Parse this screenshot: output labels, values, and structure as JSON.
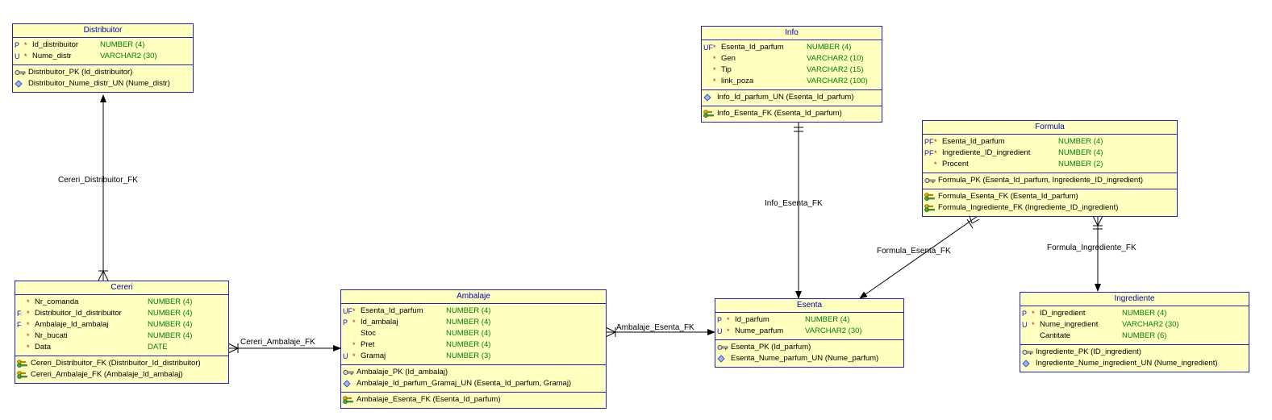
{
  "tables": {
    "distribuitor": {
      "title": "Distribuitor",
      "columns": [
        {
          "key": "P",
          "req": "*",
          "name": "Id_distribuitor",
          "type": "NUMBER (4)"
        },
        {
          "key": "U",
          "req": "*",
          "name": "Nume_distr",
          "type": "VARCHAR2 (30)"
        }
      ],
      "keys": [
        {
          "icon": "primary-key",
          "text": "Distribuitor_PK (Id_distribuitor)"
        },
        {
          "icon": "unique-key",
          "text": "Distribuitor_Nume_distr_UN (Nume_distr)"
        }
      ],
      "fks": []
    },
    "cereri": {
      "title": "Cereri",
      "columns": [
        {
          "key": "",
          "req": "*",
          "name": "Nr_comanda",
          "type": "NUMBER (4)"
        },
        {
          "key": "F",
          "req": "*",
          "name": "Distribuitor_Id_distribuitor",
          "type": "NUMBER (4)"
        },
        {
          "key": "F",
          "req": "*",
          "name": "Ambalaje_Id_ambalaj",
          "type": "NUMBER (4)"
        },
        {
          "key": "",
          "req": "*",
          "name": "Nr_bucati",
          "type": "NUMBER (4)"
        },
        {
          "key": "",
          "req": "*",
          "name": "Data",
          "type": "DATE"
        }
      ],
      "keys": [],
      "fks": [
        {
          "icon": "foreign-key",
          "text": "Cereri_Distribuitor_FK (Distribuitor_Id_distribuitor)"
        },
        {
          "icon": "foreign-key",
          "text": "Cereri_Ambalaje_FK (Ambalaje_Id_ambalaj)"
        }
      ]
    },
    "ambalaje": {
      "title": "Ambalaje",
      "columns": [
        {
          "key": "UF",
          "req": "*",
          "name": "Esenta_Id_parfum",
          "type": "NUMBER (4)"
        },
        {
          "key": "P",
          "req": "*",
          "name": "Id_ambalaj",
          "type": "NUMBER (4)"
        },
        {
          "key": "",
          "req": "",
          "name": "Stoc",
          "type": "NUMBER (4)"
        },
        {
          "key": "",
          "req": "*",
          "name": "Pret",
          "type": "NUMBER (4)"
        },
        {
          "key": "U",
          "req": "*",
          "name": "Gramaj",
          "type": "NUMBER (3)"
        }
      ],
      "keys": [
        {
          "icon": "primary-key",
          "text": "Ambalaje_PK (Id_ambalaj)"
        },
        {
          "icon": "unique-key",
          "text": "Ambalaje_Id_parfum_Gramaj_UN (Esenta_Id_parfum, Gramaj)"
        }
      ],
      "fks": [
        {
          "icon": "foreign-key",
          "text": "Ambalaje_Esenta_FK (Esenta_Id_parfum)"
        }
      ]
    },
    "info": {
      "title": "Info",
      "columns": [
        {
          "key": "UF",
          "req": "*",
          "name": "Esenta_Id_parfum",
          "type": "NUMBER (4)"
        },
        {
          "key": "",
          "req": "*",
          "name": "Gen",
          "type": "VARCHAR2 (10)"
        },
        {
          "key": "",
          "req": "*",
          "name": "Tip",
          "type": "VARCHAR2 (15)"
        },
        {
          "key": "",
          "req": "*",
          "name": "link_poza",
          "type": "VARCHAR2 (100)"
        }
      ],
      "keys": [
        {
          "icon": "unique-key",
          "text": "Info_Id_parfum_UN (Esenta_Id_parfum)"
        }
      ],
      "fks": [
        {
          "icon": "foreign-key",
          "text": "Info_Esenta_FK (Esenta_Id_parfum)"
        }
      ]
    },
    "esenta": {
      "title": "Esenta",
      "columns": [
        {
          "key": "P",
          "req": "*",
          "name": "Id_parfum",
          "type": "NUMBER (4)"
        },
        {
          "key": "U",
          "req": "*",
          "name": "Nume_parfum",
          "type": "VARCHAR2 (30)"
        }
      ],
      "keys": [
        {
          "icon": "primary-key",
          "text": "Esenta_PK (Id_parfum)"
        },
        {
          "icon": "unique-key",
          "text": "Esenta_Nume_parfum_UN (Nume_parfum)"
        }
      ],
      "fks": []
    },
    "formula": {
      "title": "Formula",
      "columns": [
        {
          "key": "PF",
          "req": "*",
          "name": "Esenta_Id_parfum",
          "type": "NUMBER (4)"
        },
        {
          "key": "PF",
          "req": "*",
          "name": "Ingrediente_ID_ingredient",
          "type": "NUMBER (4)"
        },
        {
          "key": "",
          "req": "*",
          "name": "Procent",
          "type": "NUMBER (2)"
        }
      ],
      "keys": [
        {
          "icon": "primary-key",
          "text": "Formula_PK (Esenta_Id_parfum, Ingrediente_ID_ingredient)"
        }
      ],
      "fks": [
        {
          "icon": "foreign-key",
          "text": "Formula_Esenta_FK (Esenta_Id_parfum)"
        },
        {
          "icon": "foreign-key",
          "text": "Formula_Ingrediente_FK (Ingrediente_ID_ingredient)"
        }
      ]
    },
    "ingrediente": {
      "title": "Ingrediente",
      "columns": [
        {
          "key": "P",
          "req": "*",
          "name": "ID_ingredient",
          "type": "NUMBER (4)"
        },
        {
          "key": "U",
          "req": "*",
          "name": "Nume_ingredient",
          "type": "VARCHAR2 (30)"
        },
        {
          "key": "",
          "req": "",
          "name": "Cantitate",
          "type": "NUMBER (6)"
        }
      ],
      "keys": [
        {
          "icon": "primary-key",
          "text": "Ingrediente_PK (ID_ingredient)"
        },
        {
          "icon": "unique-key",
          "text": "Ingrediente_Nume_ingredient_UN (Nume_ingredient)"
        }
      ],
      "fks": []
    }
  },
  "relations": {
    "cereri_distribuitor": "Cereri_Distribuitor_FK",
    "cereri_ambalaje": "Cereri_Ambalaje_FK",
    "ambalaje_esenta": "Ambalaje_Esenta_FK",
    "info_esenta": "Info_Esenta_FK",
    "formula_esenta": "Formula_Esenta_FK",
    "formula_ingrediente": "Formula_Ingrediente_FK"
  },
  "colors": {
    "border": "#2020c0",
    "fill": "#ffffc0",
    "title": "#0000c0",
    "type": "#008000",
    "required": "#e00000"
  }
}
